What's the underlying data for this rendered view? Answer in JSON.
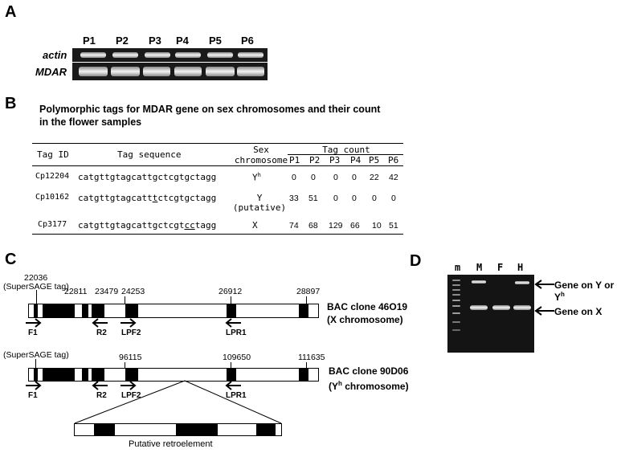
{
  "panelA": {
    "letter": "A",
    "lanes": [
      "P1",
      "P2",
      "P3",
      "P4",
      "P5",
      "P6"
    ],
    "rows": [
      "actin",
      "MDAR"
    ]
  },
  "panelB": {
    "letter": "B",
    "title_line1": "Polymorphic tags for MDAR gene on sex chromosomes and their count",
    "title_line2": "in the flower samples",
    "headers": {
      "tag_id": "Tag ID",
      "tag_sequence": "Tag sequence",
      "sex_line1": "Sex",
      "sex_line2": "chromosome",
      "tag_count": "Tag count",
      "samples": [
        "P1",
        "P2",
        "P3",
        "P4",
        "P5",
        "P6"
      ]
    },
    "rows": [
      {
        "id": "Cp12204",
        "seq": "catgttgtagcattgctcgtgctagg",
        "chrom": "Y",
        "chrom_sup": "h",
        "chrom2": "",
        "counts": [
          "0",
          "0",
          "0",
          "0",
          "22",
          "42"
        ]
      },
      {
        "id": "Cp10162",
        "seq_a": "catgttgtagcatt",
        "seq_u": "t",
        "seq_b": "ctcgtgctagg",
        "chrom": "Y",
        "chrom2": "(putative)",
        "counts": [
          "33",
          "51",
          "0",
          "0",
          "0",
          "0"
        ]
      },
      {
        "id": "Cp3177",
        "seq_a": "catgttgtagcattgctcgt",
        "seq_u": "cc",
        "seq_b": "tagg",
        "chrom": "X",
        "chrom2": "",
        "counts": [
          "74",
          "68",
          "129",
          "66",
          "10",
          "51"
        ]
      }
    ]
  },
  "panelC": {
    "letter": "C",
    "clone1": {
      "superSAGE": "22036",
      "superSAGE_note": "(SuperSAGE tag)",
      "positions": [
        "22811",
        "23479",
        "24253",
        "26912",
        "28897"
      ],
      "label_line1": "BAC clone 46O19",
      "label_line2": "(X chromosome)",
      "primers": [
        "F1",
        "R2",
        "LPF2",
        "LPR1"
      ]
    },
    "clone2": {
      "superSAGE_note": "(SuperSAGE tag)",
      "positions": [
        "96115",
        "109650",
        "111635"
      ],
      "label_line1": "BAC clone 90D06",
      "label_line2_a": "(Y",
      "label_line2_sup": "h",
      "label_line2_b": " chromosome)",
      "primers": [
        "F1",
        "R2",
        "LPF2",
        "LPR1"
      ]
    },
    "retro_label": "Putative retroelement"
  },
  "panelD": {
    "letter": "D",
    "lanes": [
      "m",
      "M",
      "F",
      "H"
    ],
    "arrow1_a": "Gene on Y or Y",
    "arrow1_sup": "h",
    "arrow2": "Gene on X"
  }
}
